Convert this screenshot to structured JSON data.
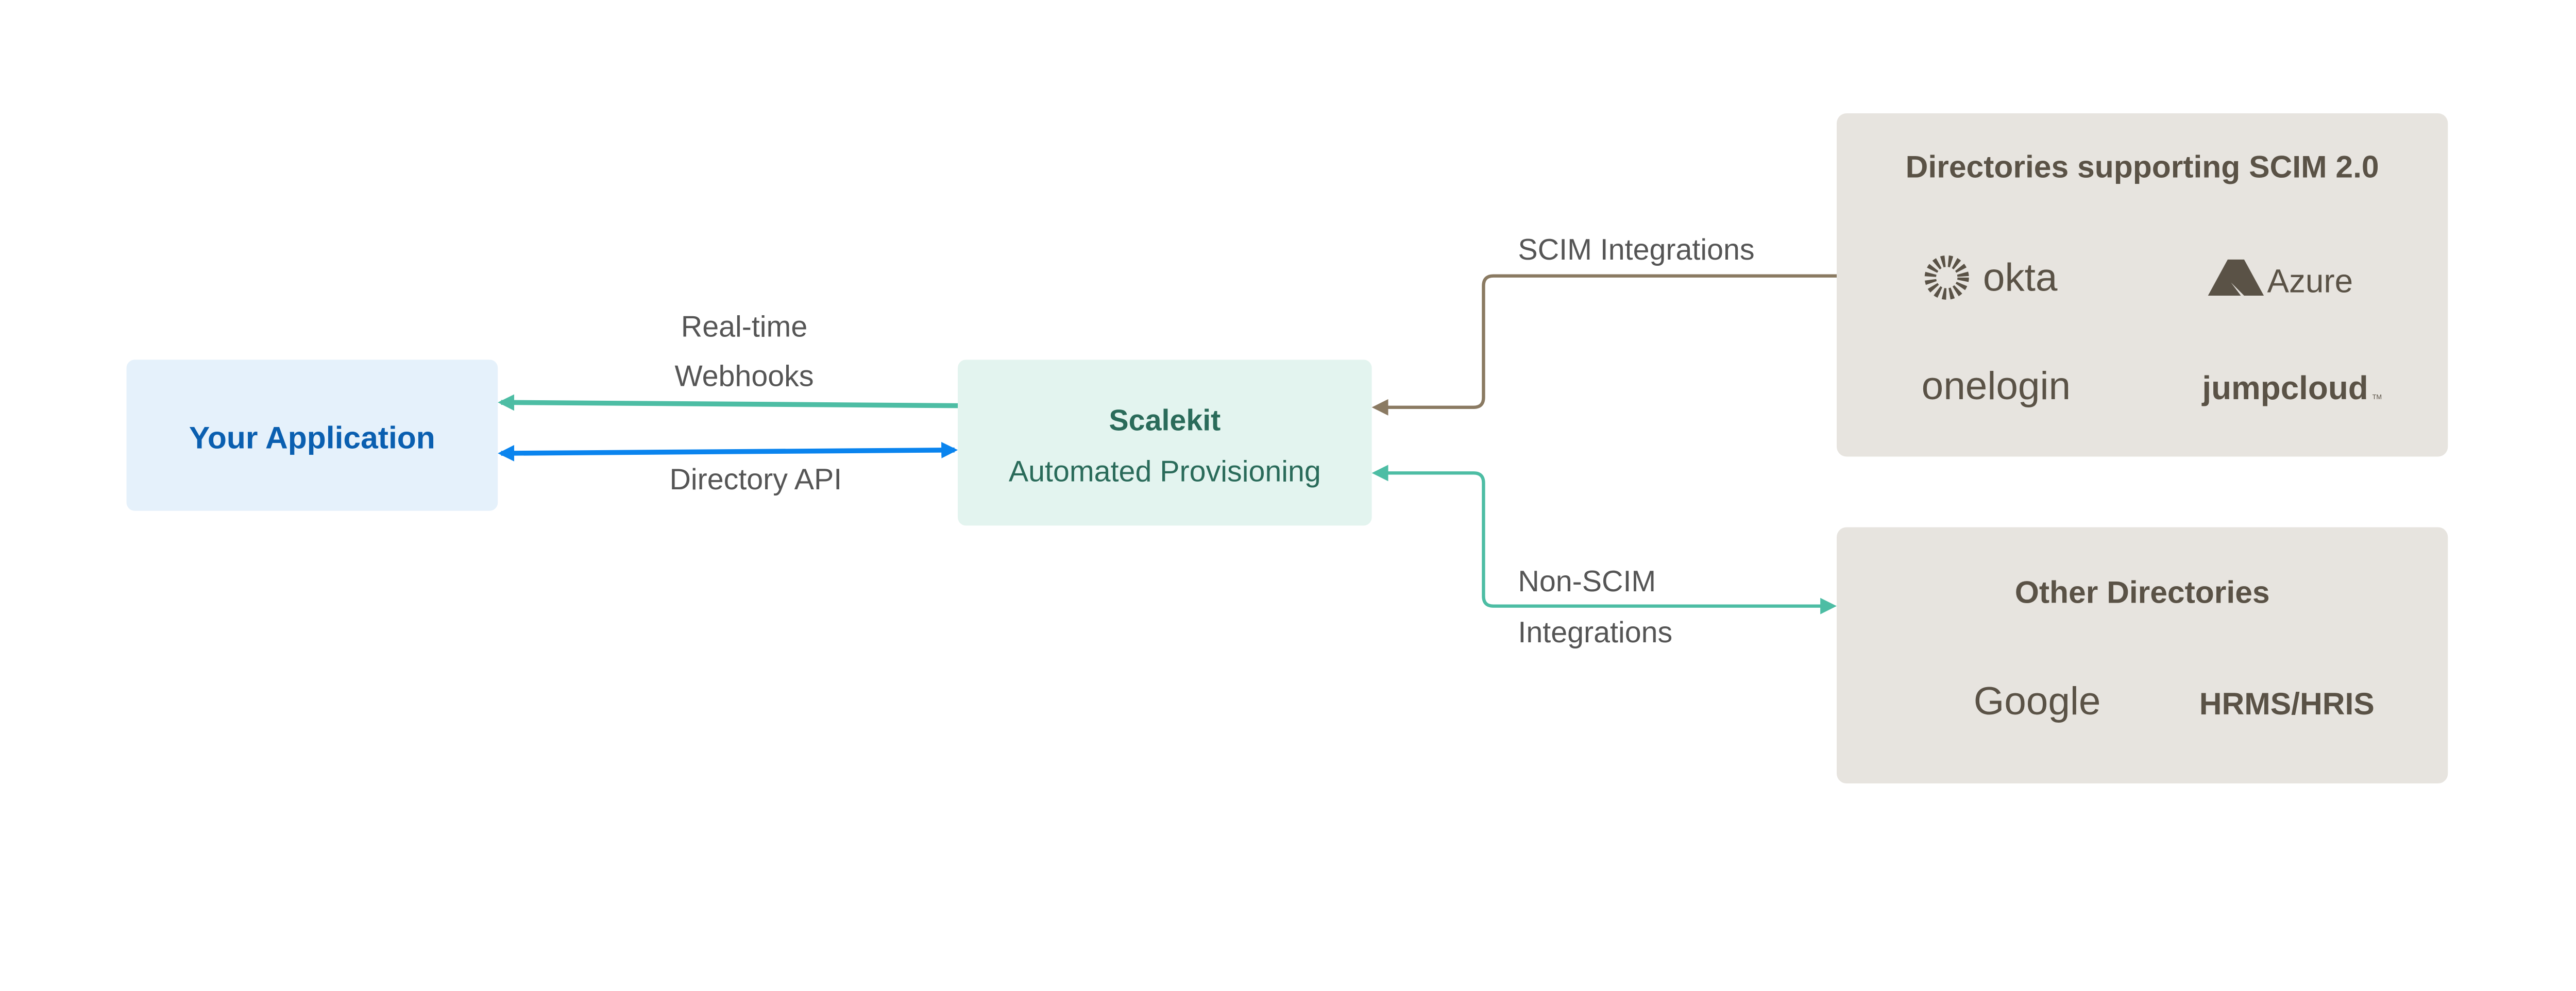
{
  "nodes": {
    "app": {
      "label": "Your Application",
      "color": "#0a5fb0",
      "bg": "#e5f1fb"
    },
    "scalekit": {
      "title": "Scalekit",
      "subtitle": "Automated Provisioning",
      "color": "#2a6b5a",
      "bg": "#e3f4ef"
    },
    "scim_dirs": {
      "title": "Directories supporting SCIM 2.0",
      "logos": [
        "okta",
        "Azure",
        "onelogin",
        "jumpcloud"
      ],
      "trademark": "TM",
      "bg": "#e7e4df"
    },
    "other_dirs": {
      "title": "Other Directories",
      "items": [
        "Google",
        "HRMS/HRIS"
      ],
      "bg": "#e7e4df"
    }
  },
  "edges": {
    "webhooks": {
      "label_line1": "Real-time",
      "label_line2": "Webhooks",
      "color": "#4dbda4"
    },
    "directory_api": {
      "label": "Directory API",
      "color": "#0a84ee"
    },
    "scim": {
      "label": "SCIM Integrations",
      "color": "#8a7a62"
    },
    "non_scim": {
      "label_line1": "Non-SCIM",
      "label_line2": "Integrations",
      "color": "#4dbda4"
    }
  }
}
